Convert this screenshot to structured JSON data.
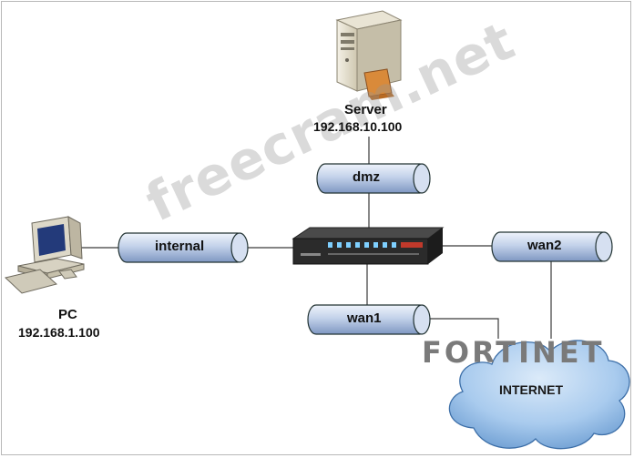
{
  "server": {
    "title": "Server",
    "ip": "192.168.10.100"
  },
  "pc": {
    "title": "PC",
    "ip": "192.168.1.100"
  },
  "interfaces": {
    "dmz": "dmz",
    "internal": "internal",
    "wan1": "wan1",
    "wan2": "wan2"
  },
  "cloud": {
    "label": "INTERNET"
  },
  "brand": {
    "text": "FORTINET"
  },
  "watermark": {
    "text": "freecram.net"
  },
  "colors": {
    "pipe_light": "#e8eef9",
    "pipe_dark": "#8ea5cc",
    "cloud": "#9fc6ee",
    "line": "#3a3a3a"
  }
}
